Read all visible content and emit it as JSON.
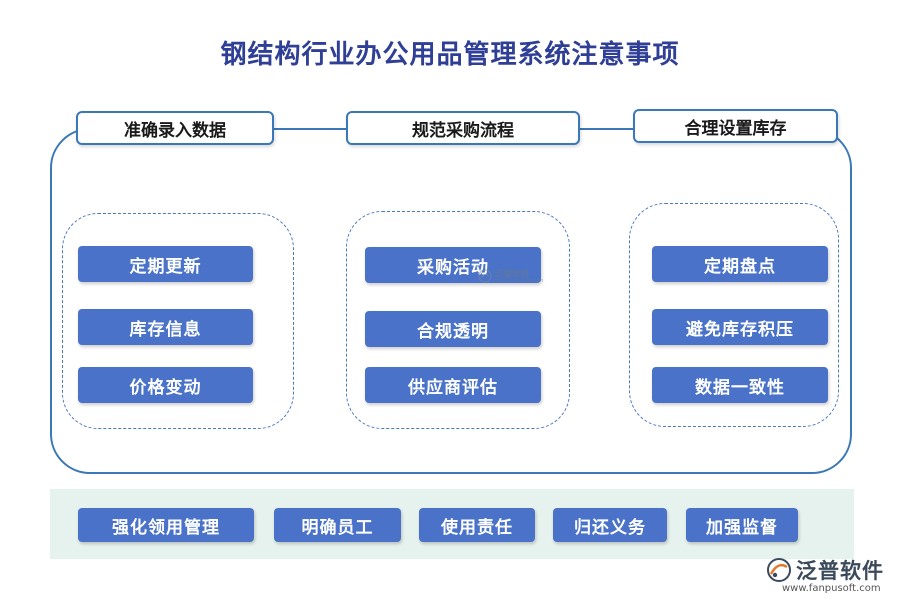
{
  "title": "钢结构行业办公用品管理系统注意事项",
  "colors": {
    "title": "#2f3f96",
    "frame_border": "#3a78b8",
    "item_fill": "#4a72c8",
    "bottom_band": "#e6f2ee"
  },
  "columns": [
    {
      "header": "准确录入数据",
      "items": [
        "定期更新",
        "库存信息",
        "价格变动"
      ]
    },
    {
      "header": "规范采购流程",
      "items": [
        "采购活动",
        "合规透明",
        "供应商评估"
      ]
    },
    {
      "header": "合理设置库存",
      "items": [
        "定期盘点",
        "避免库存积压",
        "数据一致性"
      ]
    }
  ],
  "bottom_items": [
    "强化领用管理",
    "明确员工",
    "使用责任",
    "归还义务",
    "加强监督"
  ],
  "logo": {
    "name": "泛普软件",
    "url": "www.fanpusoft.com",
    "icon": "fanpu-logo-icon"
  },
  "watermark": {
    "name": "泛普软件",
    "url": "www.fanpusoft.com"
  }
}
